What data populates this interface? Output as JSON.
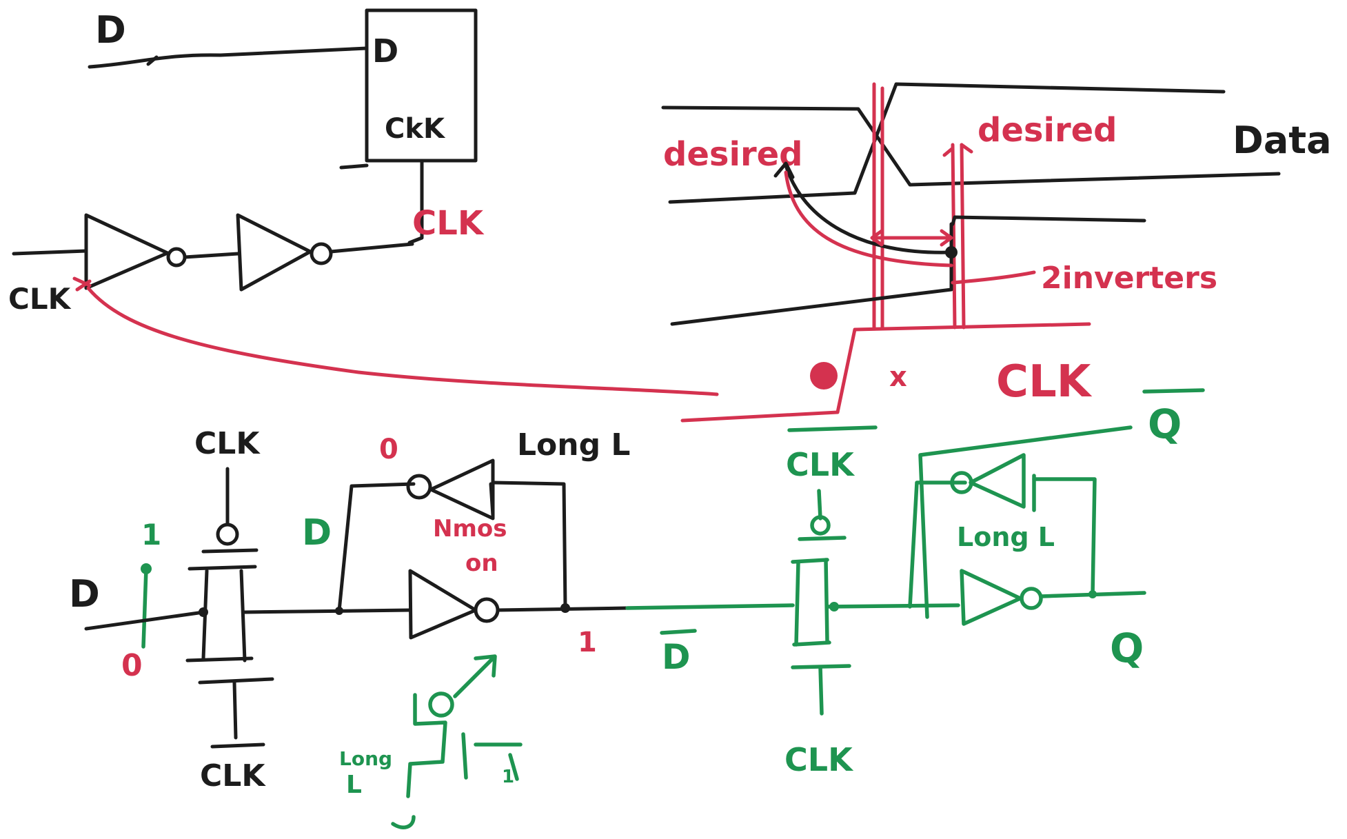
{
  "colors": {
    "ink_black": "#1c1c1c",
    "ink_red": "#d4324f",
    "ink_green": "#1e9450",
    "paper": "#ffffff"
  },
  "top_left": {
    "d_input": "D",
    "ff_d_pin": "D",
    "ff_clk_pin": "CkK",
    "clk_input": "CLK",
    "clk_after_inverters": "CLK"
  },
  "timing": {
    "desired_left": "desired",
    "desired_right": "desired",
    "data_label": "Data",
    "two_inverters": "2inverters",
    "x_mark": "x",
    "clk_label": "CLK"
  },
  "latch": {
    "clk_top": "CLK",
    "clk_bottom": "CLK",
    "d_input": "D",
    "d_logic_1": "1",
    "d_logic_0": "0",
    "feedback_0": "0",
    "long_l": "Long L",
    "node_d": "D",
    "nmos_on_line1": "Nmos",
    "nmos_on_line2": "on",
    "output_1": "1",
    "d_bar": "D",
    "long_l_bottom_line1": "Long",
    "long_l_bottom_line2": "L",
    "small_1": "1"
  },
  "second_stage": {
    "clk_bar_top": "CLK",
    "clk_bottom": "CLK",
    "q_bar": "Q",
    "long_l": "Long L",
    "q": "Q"
  }
}
